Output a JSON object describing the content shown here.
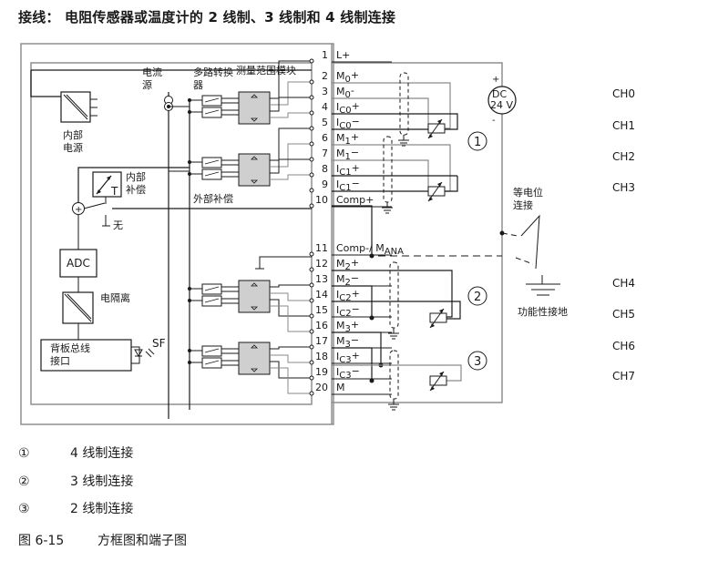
{
  "title": "接线： 电阻传感器或温度计的 2 线制、3 线制和 4 线制连接",
  "module_labels": {
    "internal_power": [
      "内部",
      "电源"
    ],
    "current_source": [
      "电流",
      "源"
    ],
    "multiplexer": [
      "多路转换",
      "器"
    ],
    "range_module": "测量范围模块",
    "internal_comp": [
      "内部",
      "补偿"
    ],
    "external_comp": "外部补偿",
    "none": "无",
    "adc": "ADC",
    "isolation": "电隔离",
    "backplane": [
      "背板总线",
      "接口"
    ],
    "sf": "SF",
    "t_symbol": "T"
  },
  "terminals": [
    {
      "num": "1",
      "label": "L+",
      "sub": "",
      "suffix": ""
    },
    {
      "num": "2",
      "label": "M",
      "sub": "0",
      "suffix": "+"
    },
    {
      "num": "3",
      "label": "M",
      "sub": "0",
      "suffix": "-"
    },
    {
      "num": "4",
      "label": "I",
      "sub": "C0",
      "suffix": "+"
    },
    {
      "num": "5",
      "label": "I",
      "sub": "C0",
      "suffix": "−"
    },
    {
      "num": "6",
      "label": "M",
      "sub": "1",
      "suffix": "+"
    },
    {
      "num": "7",
      "label": "M",
      "sub": "1",
      "suffix": "−"
    },
    {
      "num": "8",
      "label": "I",
      "sub": "C1",
      "suffix": "+"
    },
    {
      "num": "9",
      "label": "I",
      "sub": "C1",
      "suffix": "−"
    },
    {
      "num": "10",
      "label": "Comp+",
      "sub": "",
      "suffix": ""
    },
    {
      "num": "11",
      "label": "Comp-/ M",
      "sub": "ANA",
      "suffix": ""
    },
    {
      "num": "12",
      "label": "M",
      "sub": "2",
      "suffix": "+"
    },
    {
      "num": "13",
      "label": "M",
      "sub": "2",
      "suffix": "−"
    },
    {
      "num": "14",
      "label": "I",
      "sub": "C2",
      "suffix": "+"
    },
    {
      "num": "15",
      "label": "I",
      "sub": "C2",
      "suffix": "−"
    },
    {
      "num": "16",
      "label": "M",
      "sub": "3",
      "suffix": "+"
    },
    {
      "num": "17",
      "label": "M",
      "sub": "3",
      "suffix": "−"
    },
    {
      "num": "18",
      "label": "I",
      "sub": "C3",
      "suffix": "+"
    },
    {
      "num": "19",
      "label": "I",
      "sub": "C3",
      "suffix": "−"
    },
    {
      "num": "20",
      "label": "M",
      "sub": "",
      "suffix": ""
    }
  ],
  "supply": {
    "plus": "+",
    "minus": "-",
    "line1": "DC",
    "line2": "24 V"
  },
  "markers": [
    "1",
    "2",
    "3"
  ],
  "equipotential": [
    "等电位",
    "连接"
  ],
  "functional_ground": "功能性接地",
  "channels": [
    "CH0",
    "CH1",
    "CH2",
    "CH3",
    "CH4",
    "CH5",
    "CH6",
    "CH7"
  ],
  "legend": [
    {
      "symbol": "①",
      "text": "4 线制连接"
    },
    {
      "symbol": "②",
      "text": "3 线制连接"
    },
    {
      "symbol": "③",
      "text": "2 线制连接"
    }
  ],
  "caption": {
    "number": "图 6-15",
    "text": "方框图和端子图"
  },
  "colors": {
    "line": "#1a1a1a",
    "gray_line": "#8a8a8a",
    "box_fill": "#cfcfcf",
    "frame": "#8f8f8f"
  }
}
